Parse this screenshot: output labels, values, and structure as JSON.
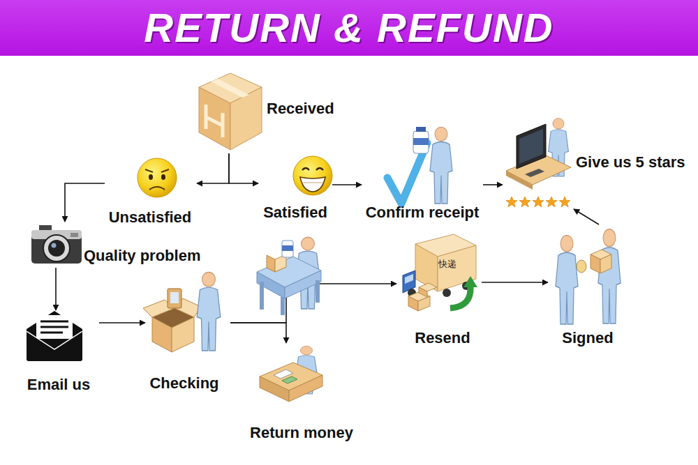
{
  "diagram": {
    "title": "RETURN & REFUND",
    "nodes": [
      {
        "text": [
          "Received"
        ]
      },
      {
        "text": [
          "Unsatisfied"
        ]
      },
      {
        "text": [
          "Satisfied"
        ]
      },
      {
        "text": [
          "Confirm receipt"
        ]
      },
      {
        "text": [
          "Give us 5 stars"
        ]
      },
      {
        "text": [
          "Quality problem"
        ]
      },
      {
        "text": [
          "Email us"
        ]
      },
      {
        "text": [
          "Checking"
        ]
      },
      {
        "text": [
          "Return money"
        ]
      },
      {
        "text": [
          "Resend"
        ]
      },
      {
        "text": [
          "Signed"
        ]
      }
    ],
    "edges": [
      {
        "from": 0,
        "to": 1,
        "arrow": "to"
      },
      {
        "from": 0,
        "to": 2,
        "arrow": "to"
      },
      {
        "from": 1,
        "to": 5,
        "arrow": "to"
      },
      {
        "from": 2,
        "to": 3,
        "arrow": "to"
      },
      {
        "from": 3,
        "to": 4,
        "arrow": "to"
      },
      {
        "from": 5,
        "to": 6,
        "arrow": "to"
      },
      {
        "from": 6,
        "to": 7,
        "arrow": "to"
      },
      {
        "from": 7,
        "to": 9,
        "arrow": "to"
      },
      {
        "from": 7,
        "to": 8,
        "arrow": "to"
      },
      {
        "from": 9,
        "to": 10,
        "arrow": "to"
      },
      {
        "from": 10,
        "to": 4,
        "arrow": "to"
      }
    ],
    "labels": [
      "快递"
    ]
  }
}
